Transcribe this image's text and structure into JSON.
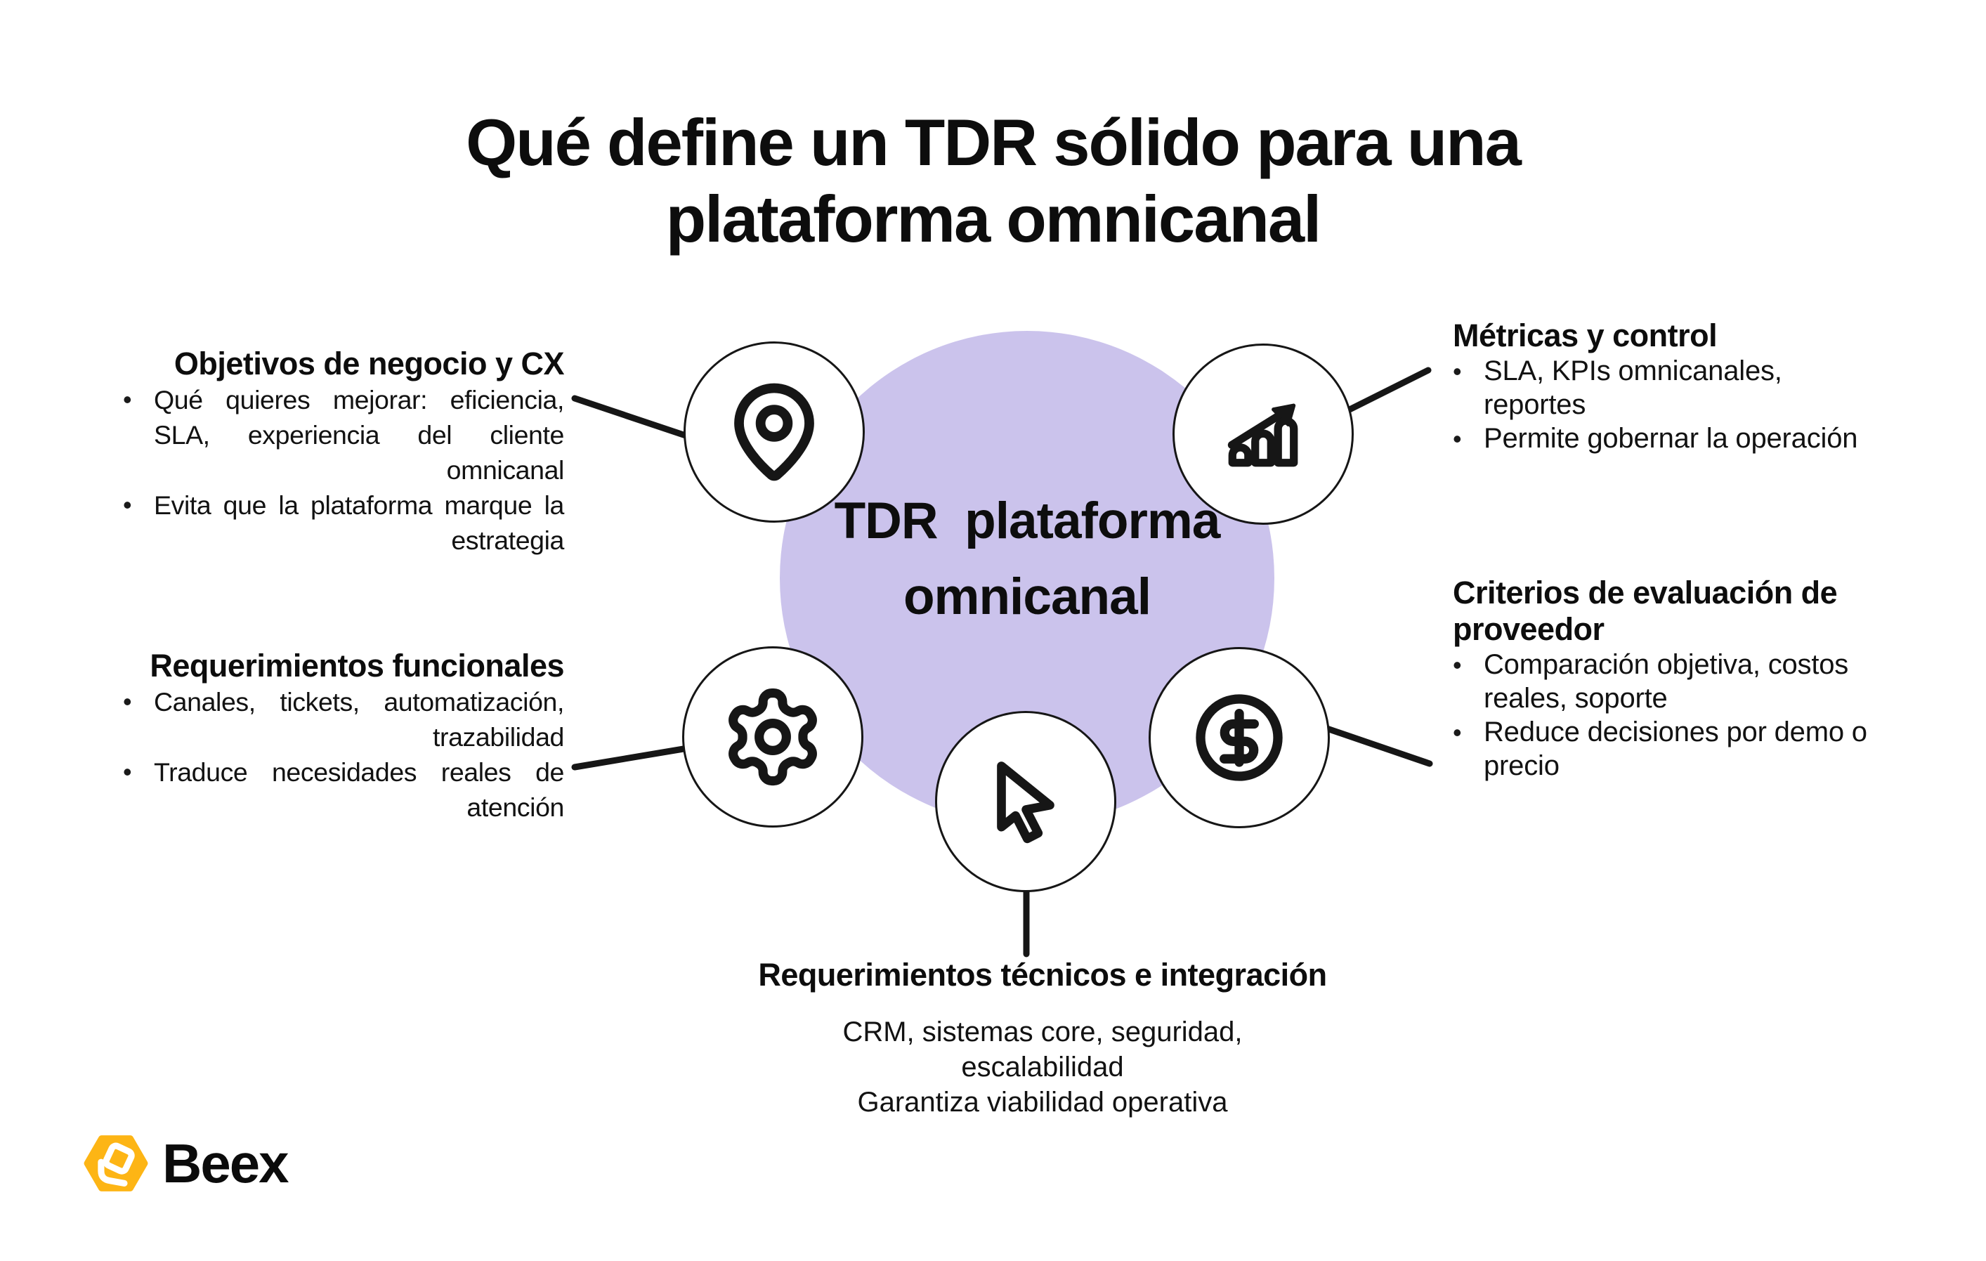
{
  "title": "Qué define un TDR sólido para una\nplataforma omnicanal",
  "center": {
    "label": "TDR  plataforma\nomnicanal"
  },
  "blocks": {
    "objetivos": {
      "heading": "Objetivos de negocio y CX",
      "bullets": [
        "Qué quieres mejorar: eficiencia, SLA, experiencia del cliente omnicanal",
        "Evita que la plataforma marque la estrategia"
      ]
    },
    "funcionales": {
      "heading": "Requerimientos funcionales",
      "bullets": [
        "Canales, tickets, automatización, trazabilidad",
        "Traduce necesidades reales de atención"
      ]
    },
    "metricas": {
      "heading": "Métricas y control",
      "bullets": [
        "SLA, KPIs omnicanales, reportes",
        "Permite gobernar la operación"
      ]
    },
    "criterios": {
      "heading": "Criterios de evaluación de\nproveedor",
      "bullets": [
        "Comparación objetiva, costos reales, soporte",
        "Reduce decisiones por demo o precio"
      ]
    },
    "tecnicos": {
      "heading": "Requerimientos técnicos e integración",
      "body": "CRM, sistemas core, seguridad,\nescalabilidad\nGarantiza viabilidad operativa"
    }
  },
  "nodes": [
    {
      "id": "objetivos",
      "icon": "map-pin"
    },
    {
      "id": "metricas",
      "icon": "growth-chart"
    },
    {
      "id": "funcionales",
      "icon": "gear"
    },
    {
      "id": "criterios",
      "icon": "dollar-sign"
    },
    {
      "id": "tecnicos",
      "icon": "mouse-cursor"
    }
  ],
  "logo": {
    "text": "Beex"
  },
  "colors": {
    "hub_purple": "#CBC3EC",
    "ink": "#161616",
    "logo_yellow": "#FDB515",
    "background": "#FFFFFF"
  }
}
